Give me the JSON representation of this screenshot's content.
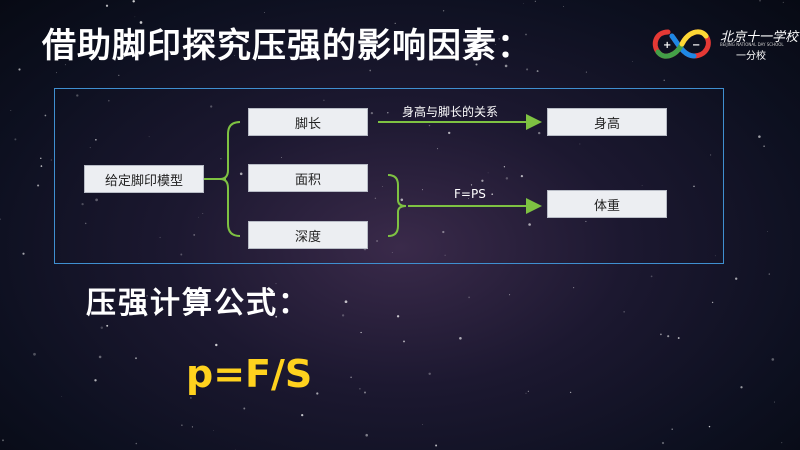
{
  "slide": {
    "title": "借助脚印探究压强的影响因素：",
    "subtitle": "压强计算公式：",
    "formula": "p=F/S"
  },
  "logo": {
    "name": "北京十一学校",
    "sub": "BEIJING NATIONAL DAY SCHOOL",
    "branch": "一分校"
  },
  "diagram": {
    "root": "给定脚印模型",
    "nodes": {
      "foot_length": "脚长",
      "area": "面积",
      "depth": "深度",
      "height": "身高",
      "weight": "体重"
    },
    "edge_labels": {
      "length_to_height": "身高与脚长的关系",
      "area_depth_to_weight": "F=PS"
    }
  },
  "colors": {
    "connector": "#7ec242",
    "frame": "#3f8fd0",
    "formula": "#ffd21e",
    "box_fill": "#eceef2"
  }
}
